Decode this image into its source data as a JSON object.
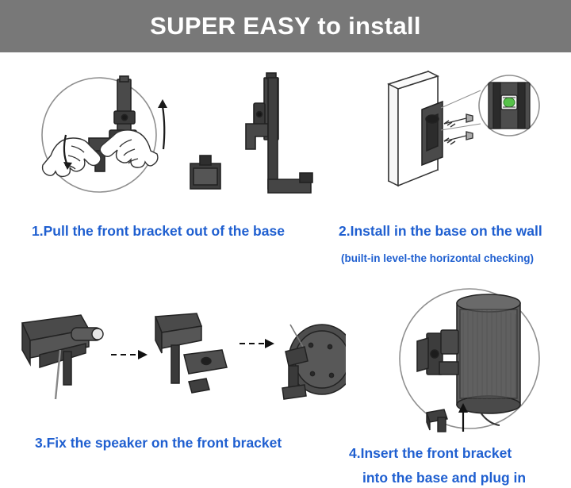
{
  "header": {
    "title": "SUPER EASY to install",
    "bg_color": "#787878",
    "text_color": "#ffffff"
  },
  "caption_color": "#1f5fd0",
  "steps": [
    {
      "number": "1",
      "caption": "1.Pull the front bracket out of the base",
      "sub_caption": "",
      "illustration": "hands-pulling-front-bracket-out-of-base"
    },
    {
      "number": "2",
      "caption": "2.Install in the base on the wall",
      "sub_caption": "(built-in level-the horizontal checking)",
      "illustration": "wall-mounted-base-with-screws-and-bubble-level-closeup"
    },
    {
      "number": "3",
      "caption": "3.Fix the speaker on the front bracket",
      "sub_caption": "",
      "illustration": "front-bracket-screwed-onto-speaker-back"
    },
    {
      "number": "4",
      "caption": "4.Insert the front bracket",
      "sub_caption": "into the base and plug in",
      "illustration": "speaker-inserted-into-wall-base"
    }
  ],
  "colors": {
    "bracket_dark": "#3a3a3a",
    "bracket_mid": "#5a5a5a",
    "outline": "#222222",
    "circle_stroke": "#8a8a8a",
    "hand_fill": "#ffffff",
    "speaker_body": "#4a4a4a",
    "level_green": "#57c24a"
  }
}
